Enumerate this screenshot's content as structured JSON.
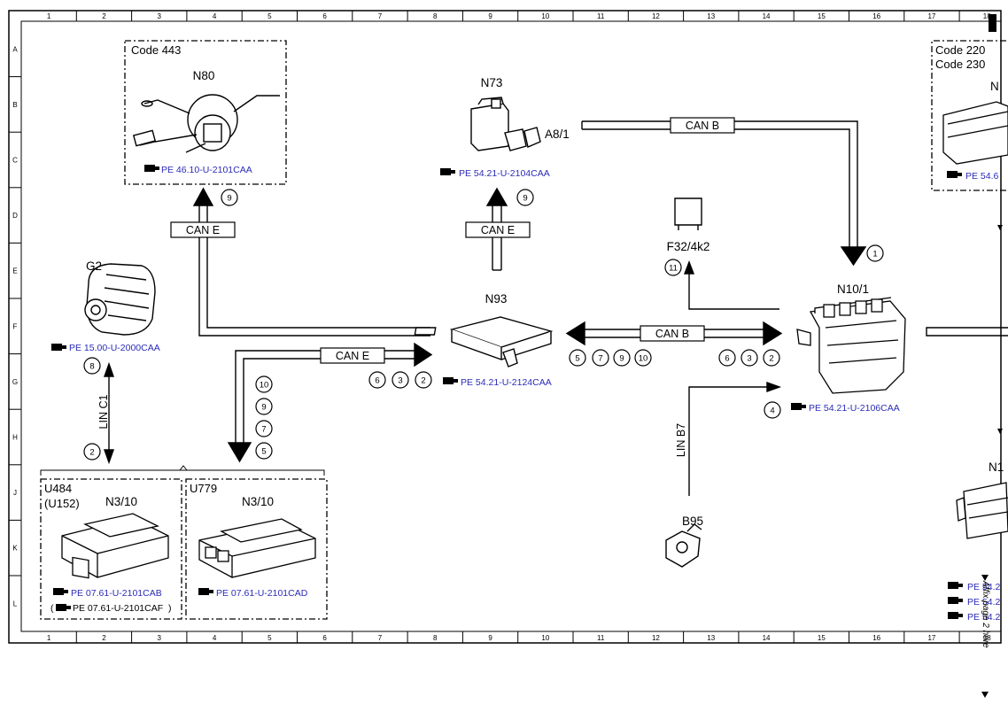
{
  "grid": {
    "cols": [
      "1",
      "2",
      "3",
      "4",
      "5",
      "6",
      "7",
      "8",
      "9",
      "10",
      "11",
      "12",
      "13",
      "14",
      "15",
      "16",
      "17",
      "18"
    ],
    "rows": [
      "A",
      "B",
      "C",
      "D",
      "E",
      "F",
      "G",
      "H",
      "J",
      "K",
      "L"
    ]
  },
  "buses": {
    "can_e_left": "CAN E",
    "can_e_n73": "CAN E",
    "can_e_u779": "CAN E",
    "can_b_top": "CAN B",
    "can_b_mid": "CAN B",
    "lin_c1": "LIN C1",
    "lin_b7": "LIN B7"
  },
  "components": {
    "n80": {
      "code": "Code 443",
      "label": "N80",
      "ref": "PE 46.10-U-2101CAA"
    },
    "n73": {
      "label": "N73",
      "sub": "A8/1",
      "ref": "PE 54.21-U-2104CAA"
    },
    "g2": {
      "label": "G2",
      "ref": "PE 15.00-U-2000CAA"
    },
    "n93": {
      "label": "N93",
      "ref": "PE 54.21-U-2124CAA"
    },
    "f32": {
      "label": "F32/4k2"
    },
    "n10": {
      "label": "N10/1",
      "ref": "PE 54.21-U-2106CAA"
    },
    "b95": {
      "label": "B95"
    },
    "u484": {
      "code": "U484",
      "code2": "(U152)",
      "label": "N3/10",
      "ref": "PE 07.61-U-2101CAB",
      "ref2_pre": "(",
      "ref2": "PE 07.61-U-2101CAF",
      "ref2_post": ")"
    },
    "u779": {
      "code": "U779",
      "label": "N3/10",
      "ref": "PE 07.61-U-2101CAD"
    },
    "right_top": {
      "code": "Code 220",
      "code2": "Code 230",
      "label": "N",
      "ref": "PE 54.6"
    },
    "right_mid": {
      "label": "N1"
    },
    "right_bottom": {
      "refs": [
        "PE 54.2",
        "PE 54.2",
        "PE 54.2"
      ]
    }
  },
  "markers": {
    "n80": "9",
    "n73": "9",
    "n10_in": "1",
    "f32": "11",
    "g2": "8",
    "u484": "2",
    "n10_lin": "4",
    "u779": [
      "10",
      "9",
      "7",
      "5"
    ],
    "n93_left": [
      "6",
      "3",
      "2"
    ],
    "n93_right": [
      "5",
      "7",
      "9",
      "10"
    ],
    "n10_left": [
      "6",
      "3",
      "2"
    ]
  },
  "side_note": "Affix page 2 here"
}
